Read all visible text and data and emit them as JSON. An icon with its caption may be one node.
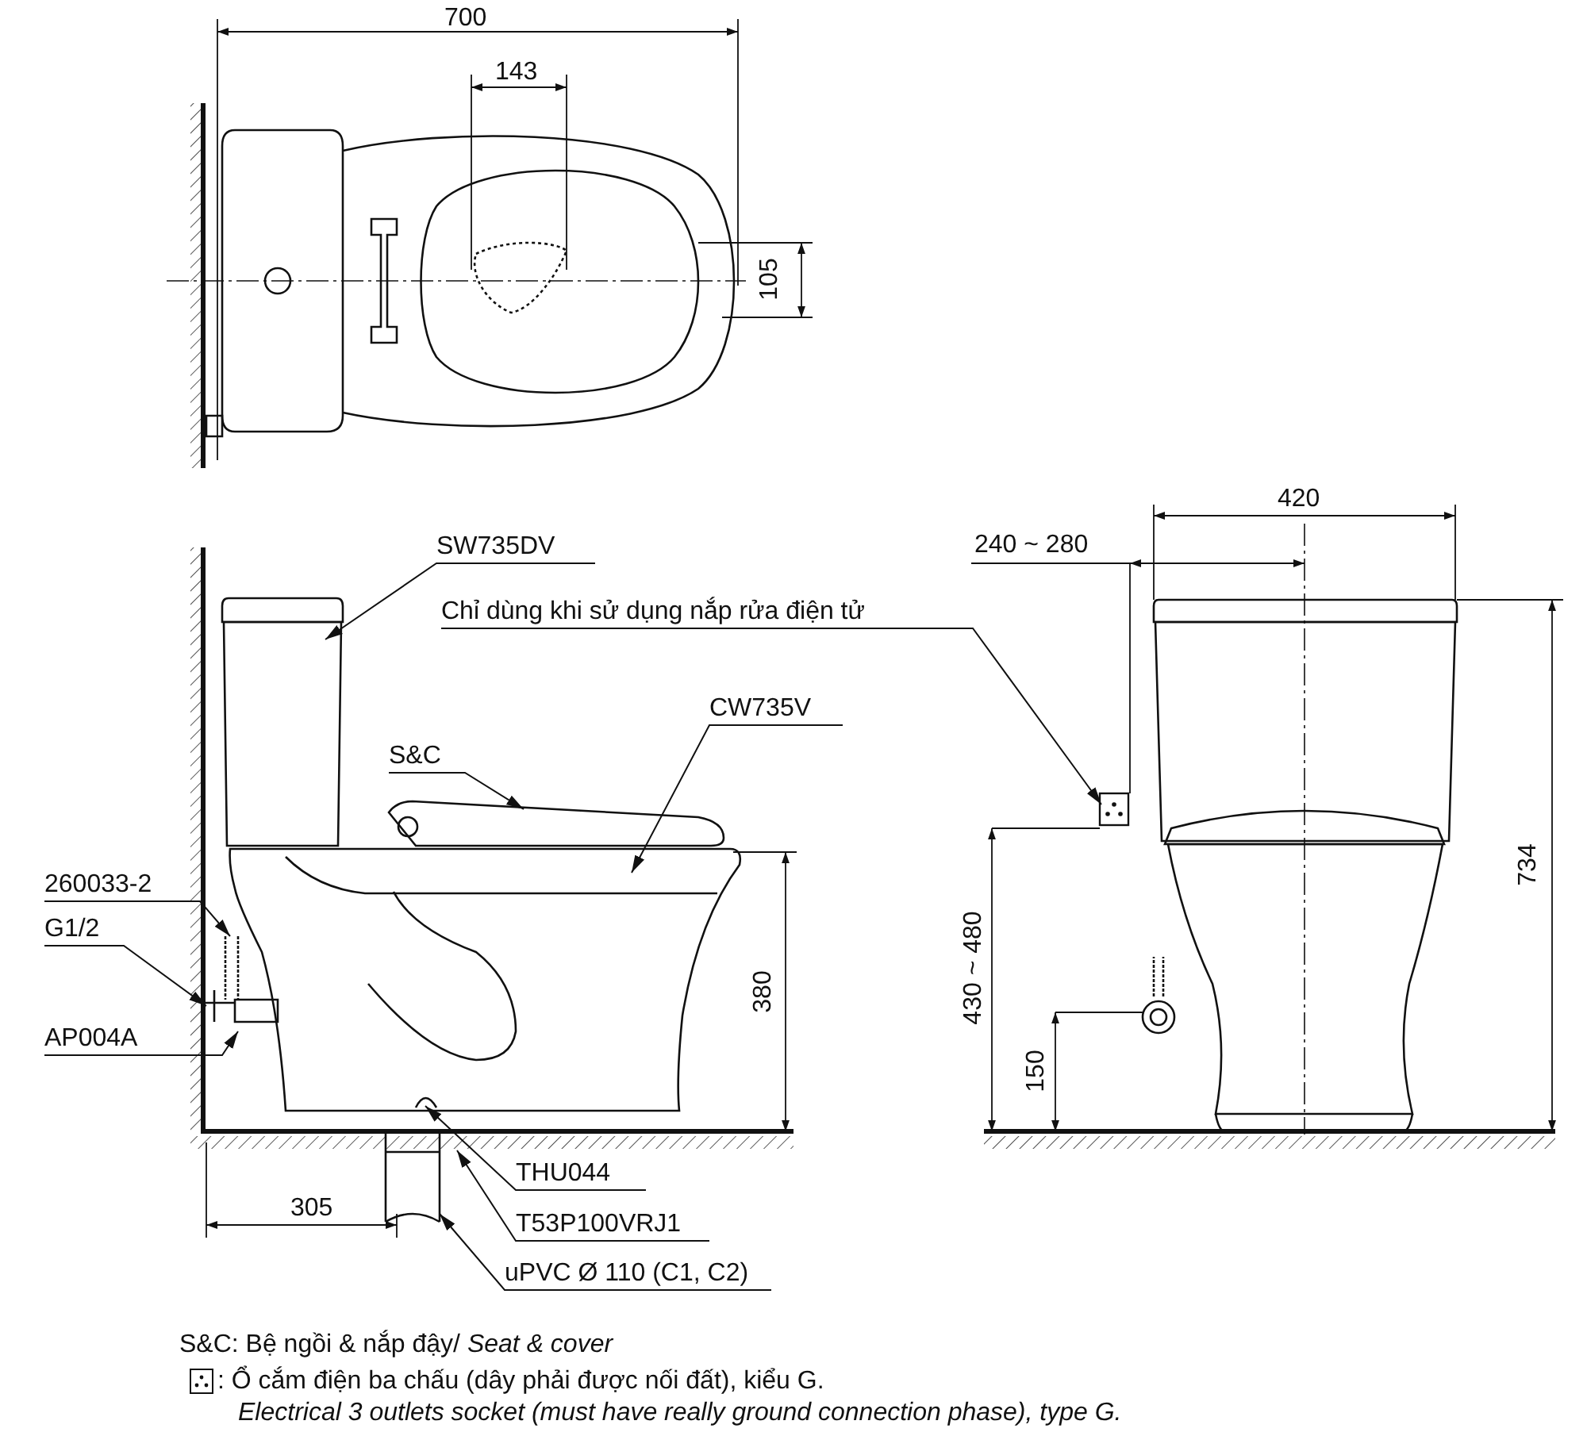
{
  "diagram": {
    "nodes": [
      {
        "text": [
          "SW735DV"
        ]
      },
      {
        "text": [
          "Chỉ dùng khi sử dụng nắp rửa điện tử"
        ]
      },
      {
        "text": [
          "CW735V"
        ]
      },
      {
        "text": [
          "S&C"
        ]
      },
      {
        "text": [
          "260033-2"
        ]
      },
      {
        "text": [
          "G1/2"
        ]
      },
      {
        "text": [
          "AP004A"
        ]
      },
      {
        "text": [
          "THU044"
        ]
      },
      {
        "text": [
          "T53P100VRJ1"
        ]
      },
      {
        "text": [
          "uPVC Ø 110 (C1, C2)"
        ]
      }
    ],
    "edges": [
      {
        "from": 0,
        "to": null,
        "arrow": "to"
      },
      {
        "from": 1,
        "to": null,
        "arrow": "to"
      },
      {
        "from": 2,
        "to": null,
        "arrow": "to"
      },
      {
        "from": 3,
        "to": null,
        "arrow": "to"
      },
      {
        "from": 4,
        "to": null,
        "arrow": "to"
      },
      {
        "from": 5,
        "to": null,
        "arrow": "to"
      },
      {
        "from": 6,
        "to": null,
        "arrow": "to"
      },
      {
        "from": 7,
        "to": null,
        "arrow": "to"
      },
      {
        "from": 8,
        "to": null,
        "arrow": "to"
      },
      {
        "from": 9,
        "to": null,
        "arrow": "to"
      }
    ],
    "labels": [
      "700",
      "143",
      "105",
      "420",
      "240 ~ 280",
      "734",
      "430 ~ 480",
      "380",
      "150",
      "305",
      "S&C: Bệ ngồi & nắp đậy/ *Seat & cover*",
      ": Ổ cắm điện ba chấu (dây phải được nối đất), kiểu G.",
      "Electrical 3 outlets socket (must have really ground connection phase), type G."
    ]
  }
}
